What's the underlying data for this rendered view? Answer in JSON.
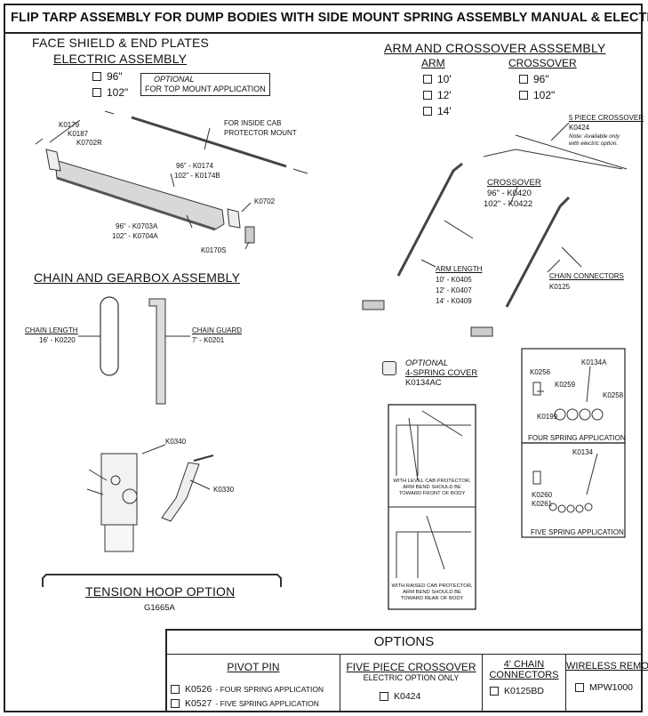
{
  "title": "FLIP TARP ASSEMBLY FOR DUMP BODIES WITH SIDE MOUNT SPRING ASSEMBLY MANUAL & ELECTRIC",
  "face_shield": {
    "heading1": "FACE SHIELD & END PLATES",
    "heading2": "ELECTRIC ASSEMBLY",
    "options": [
      "96\"",
      "102\""
    ],
    "optional_label": "OPTIONAL",
    "optional_text": "FOR TOP MOUNT APPLICATION",
    "callouts": {
      "k0179": "K0179",
      "k0187": "K0187",
      "k0702r": "K0702R",
      "inside_cab_1": "FOR INSIDE CAB",
      "inside_cab_2": "PROTECTOR MOUNT",
      "k0174": "96\" - K0174",
      "k0174b": "102\" - K0174B",
      "k0702": "K0702",
      "k0703a": "96\" - K0703A",
      "k0704a": "102\" - K0704A",
      "k0170s": "K0170S"
    }
  },
  "arm_crossover": {
    "heading": "ARM AND CROSSOVER ASSSEMBLY",
    "arm_label": "ARM",
    "arm_options": [
      "10'",
      "12'",
      "14'"
    ],
    "crossover_label": "CROSSOVER",
    "crossover_options": [
      "96\"",
      "102\""
    ],
    "callouts": {
      "five_piece": "5 PIECE CROSSOVER",
      "k0424": "K0424",
      "note_1": "Note: Available only",
      "note_2": "with electric option.",
      "crossover": "CROSSOVER",
      "k0420": "96\" - K0420",
      "k0422": "102\" - K0422",
      "arm_length": "ARM LENGTH",
      "k0405": "10' - K0405",
      "k0407": "12' - K0407",
      "k0409": "14' - K0409",
      "chain_connectors": "CHAIN CONNECTORS",
      "k0125": "K0125"
    }
  },
  "spring_cover": {
    "optional": "OPTIONAL",
    "label": "4-SPRING COVER",
    "part": "K0134AC"
  },
  "spring_apps": {
    "four": {
      "k0256": "K0256",
      "k0134a": "K0134A",
      "k0259": "K0259",
      "k0258": "K0258",
      "k0199": "K0199",
      "caption": "FOUR SPRING APPLICATION"
    },
    "five": {
      "k0134": "K0134",
      "k0260": "K0260",
      "k0261": "K0261",
      "caption": "FIVE SPRING APPLICATION"
    }
  },
  "cab_notes": {
    "level": [
      "WITH LEVEL CAB PROTECTOR,",
      "ARM BEND SHOULD BE",
      "TOWARD FRONT OF BODY"
    ],
    "raised": [
      "WITH RAISED CAB PROTECTOR,",
      "ARM BEND SHOULD BE",
      "TOWARD REAR OF BODY"
    ]
  },
  "chain_gearbox": {
    "heading": "CHAIN AND GEARBOX ASSEMBLY",
    "chain_length": "CHAIN LENGTH",
    "k0220": "16' - K0220",
    "chain_guard": "CHAIN GUARD",
    "k0201": "7' - K0201",
    "k0340": "K0340",
    "k0330": "K0330"
  },
  "tension_hoop": {
    "heading": "TENSION HOOP OPTION",
    "part": "G1665A"
  },
  "options_table": {
    "header": "OPTIONS",
    "pivot_pin": {
      "heading": "PIVOT PIN",
      "rows": [
        {
          "part": "K0526",
          "desc": "- FOUR SPRING APPLICATION"
        },
        {
          "part": "K0527",
          "desc": "- FIVE SPRING APPLICATION"
        }
      ]
    },
    "five_piece": {
      "heading": "FIVE PIECE CROSSOVER",
      "sub": "ELECTRIC OPTION ONLY",
      "part": "K0424"
    },
    "chain_connectors": {
      "heading1": "4' CHAIN",
      "heading2": "CONNECTORS",
      "part": "K0125BD"
    },
    "wireless": {
      "heading": "WIRELESS REMOTE",
      "part": "MPW1000"
    }
  }
}
